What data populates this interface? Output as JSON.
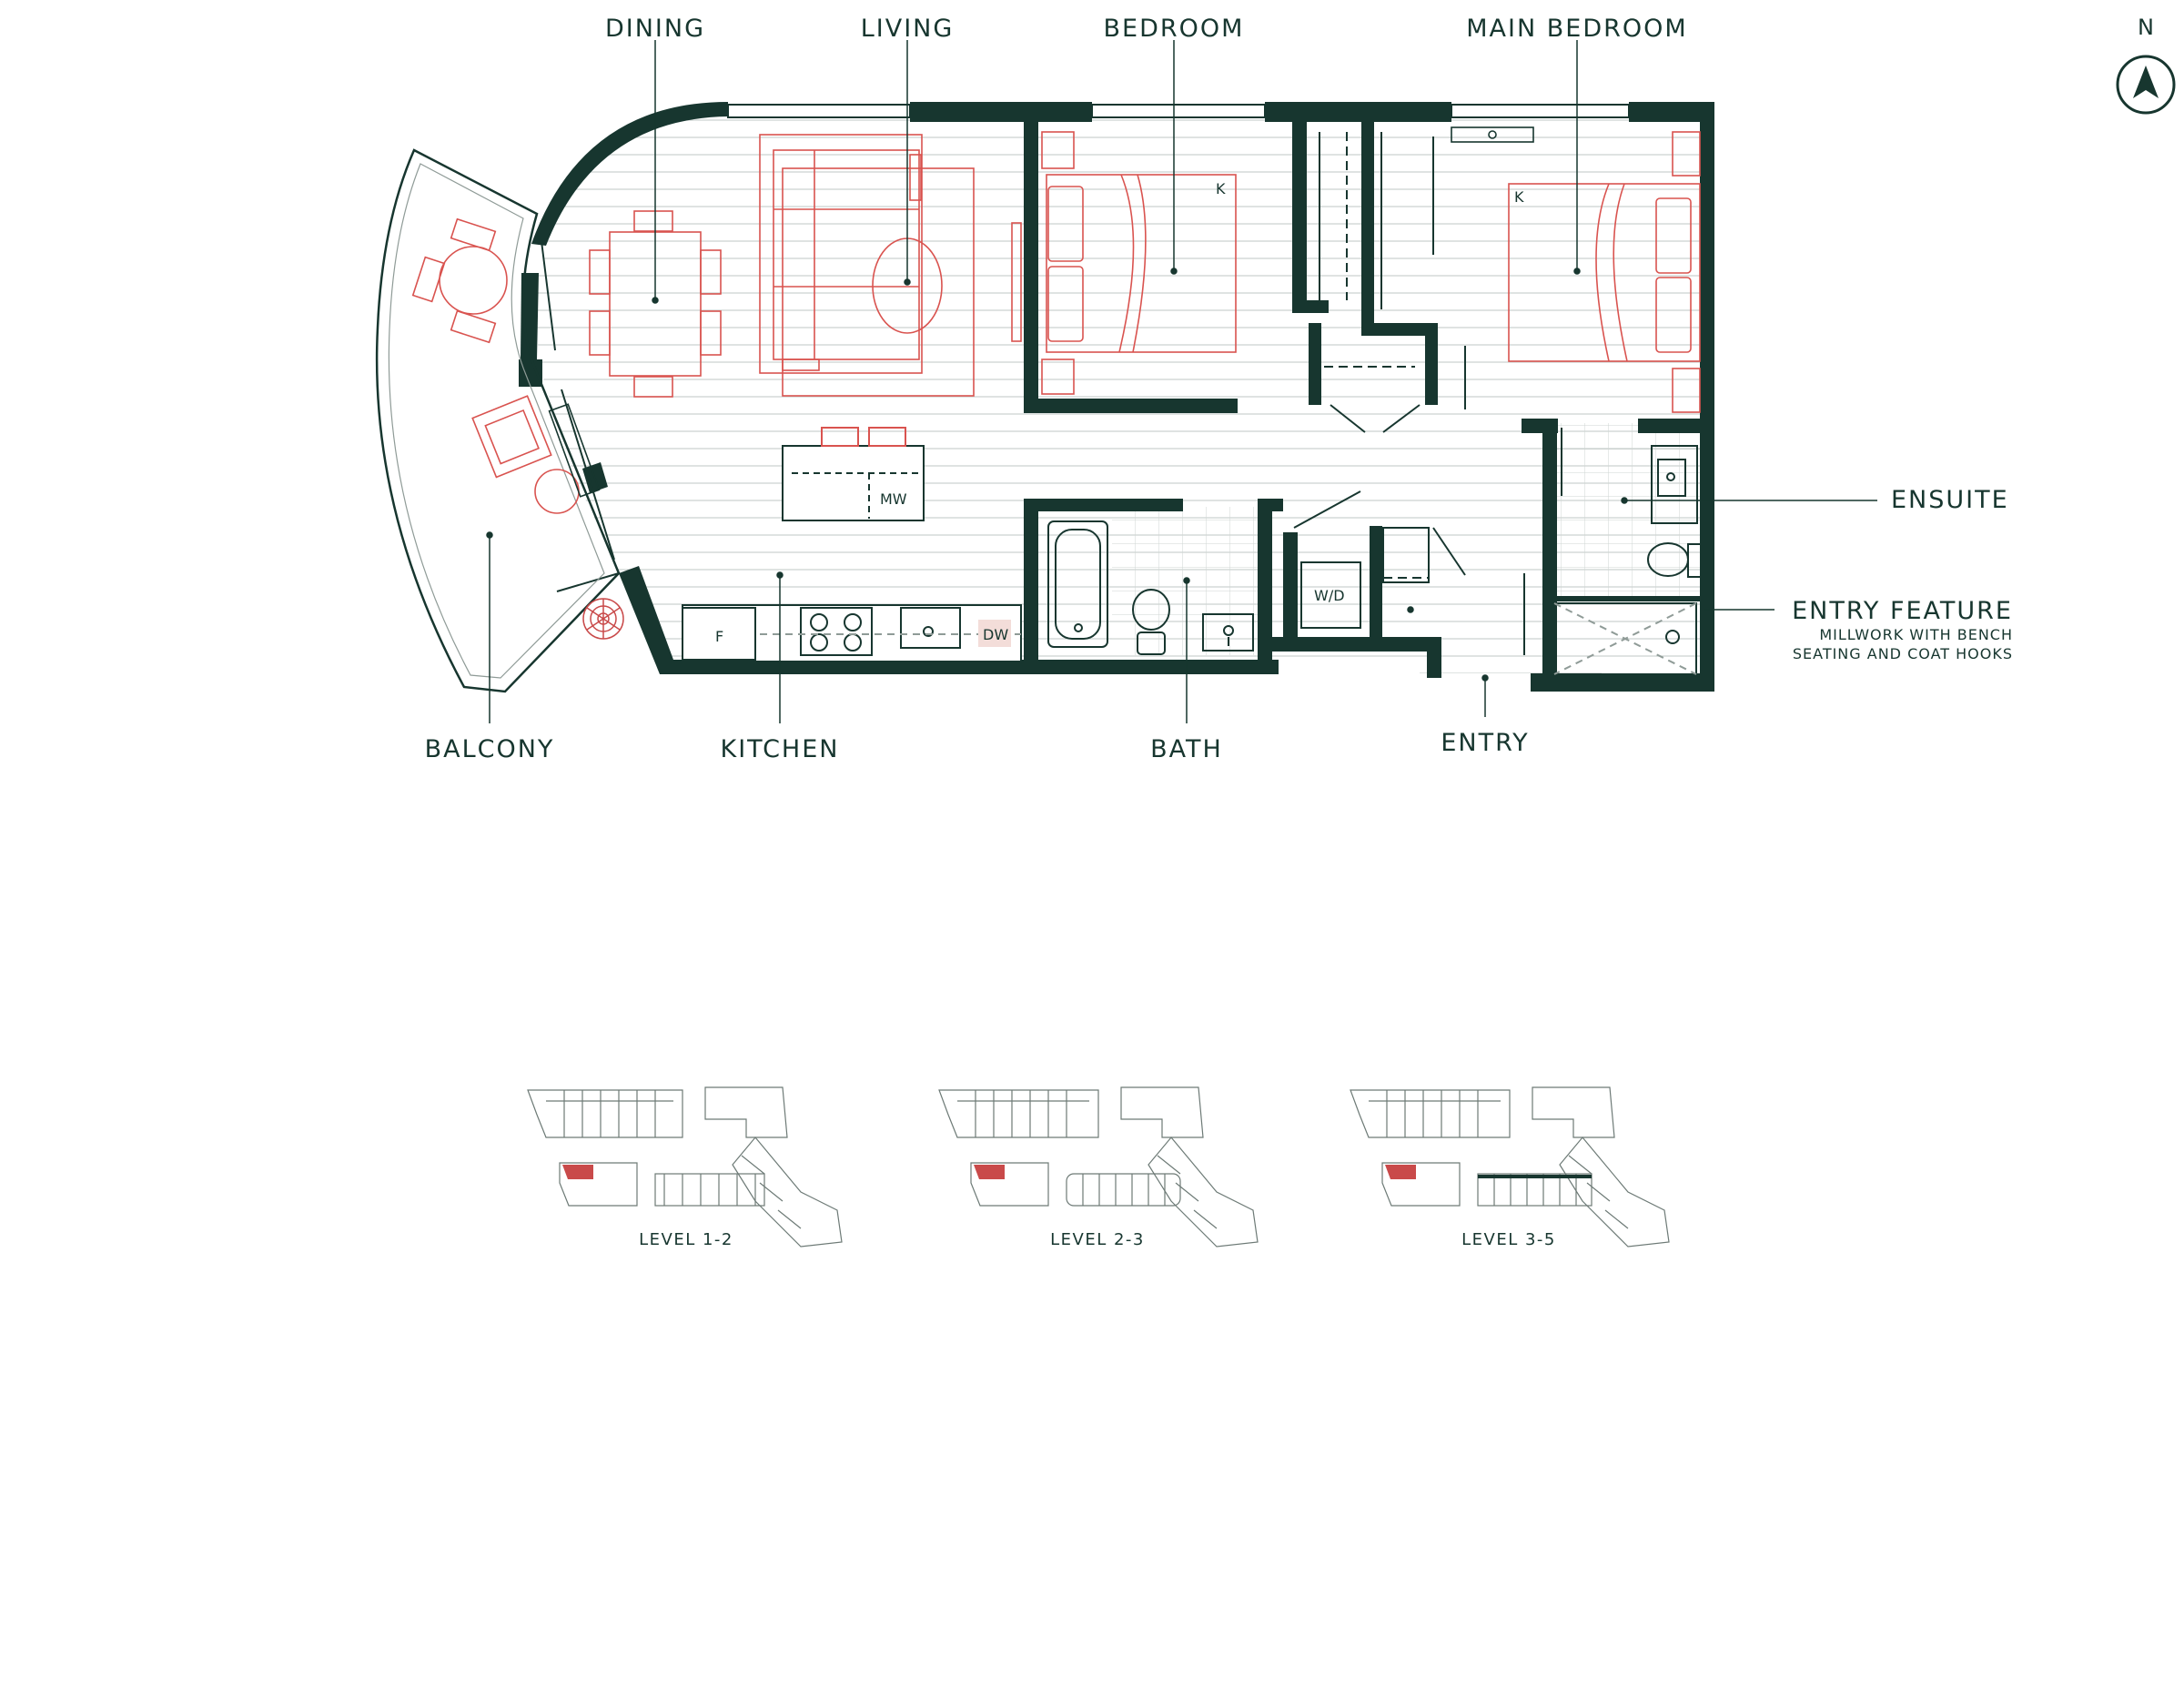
{
  "colors": {
    "wall": "#17362f",
    "furniture": "#d9534f",
    "fine_line": "#8f9b97",
    "highlight": "#c94a4a",
    "dw_fill": "#f3ddd9"
  },
  "compass": {
    "letter": "N",
    "icon": "north-arrow-icon"
  },
  "rooms": {
    "dining": "DINING",
    "living": "LIVING",
    "bedroom": "BEDROOM",
    "main_bedroom": "MAIN BEDROOM",
    "ensuite": "ENSUITE",
    "entry_feature": "ENTRY FEATURE",
    "entry_feature_note_1": "MILLWORK WITH BENCH",
    "entry_feature_note_2": "SEATING AND COAT HOOKS",
    "balcony": "BALCONY",
    "kitchen": "KITCHEN",
    "bath": "BATH",
    "entry": "ENTRY"
  },
  "fixtures": {
    "king_bed_1": "K",
    "king_bed_2": "K",
    "microwave": "MW",
    "fridge": "F",
    "dishwasher": "DW",
    "washer_dryer": "W/D"
  },
  "key_plans": [
    {
      "label": "LEVEL 1-2"
    },
    {
      "label": "LEVEL 2-3"
    },
    {
      "label": "LEVEL 3-5"
    }
  ]
}
